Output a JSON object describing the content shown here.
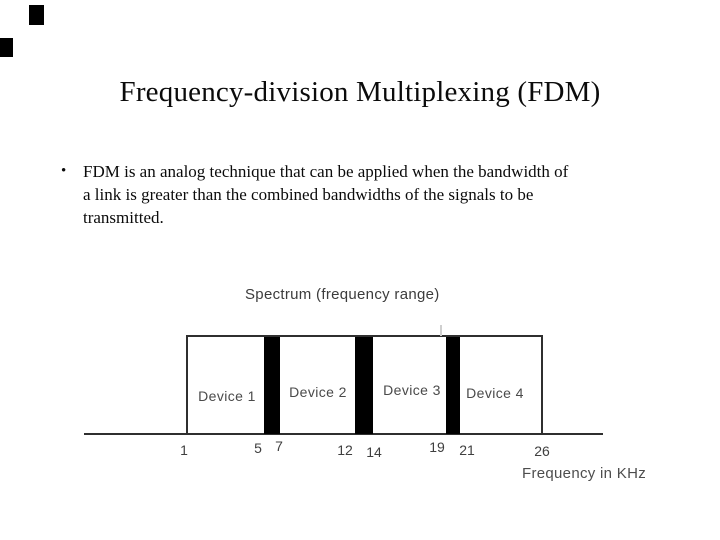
{
  "slide": {
    "title": "Frequency-division Multiplexing (FDM)",
    "bullet": {
      "marker": "•",
      "lines": [
        "FDM is an analog technique that can be applied when the bandwidth of",
        "a link is greater than the combined bandwidths of the signals to be",
        "transmitted."
      ],
      "full_text": "FDM is an analog technique that can be applied when the bandwidth of a link is greater than the combined bandwidths of the signals to be transmitted."
    }
  },
  "diagram": {
    "spectrum_label": "Spectrum (frequency range)",
    "axis_label": "Frequency in KHz",
    "ticks": [
      "1",
      "5",
      "7",
      "12",
      "14",
      "19",
      "21",
      "26"
    ],
    "devices": [
      {
        "label": "Device 1",
        "band_khz": [
          1,
          5
        ]
      },
      {
        "label": "Device 2",
        "band_khz": [
          7,
          12
        ]
      },
      {
        "label": "Device 3",
        "band_khz": [
          14,
          19
        ]
      },
      {
        "label": "Device 4",
        "band_khz": [
          21,
          26
        ]
      }
    ],
    "guard_bands_khz": [
      [
        5,
        7
      ],
      [
        12,
        14
      ],
      [
        19,
        21
      ]
    ],
    "colors": {
      "guard_band": "#000000",
      "outline": "#2f2f2f",
      "label_text": "#4a4a4a",
      "background": "#ffffff"
    }
  }
}
